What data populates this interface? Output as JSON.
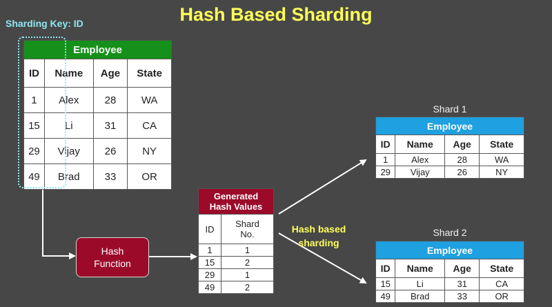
{
  "title": "Hash Based Sharding",
  "sharding_key_label": "Sharding Key: ID",
  "employee_table": {
    "title": "Employee",
    "headers": [
      "ID",
      "Name",
      "Age",
      "State"
    ],
    "rows": [
      [
        "1",
        "Alex",
        "28",
        "WA"
      ],
      [
        "15",
        "Li",
        "31",
        "CA"
      ],
      [
        "29",
        "Vijay",
        "26",
        "NY"
      ],
      [
        "49",
        "Brad",
        "33",
        "OR"
      ]
    ]
  },
  "hash_function": {
    "line1": "Hash",
    "line2": "Function"
  },
  "hash_table": {
    "title_line1": "Generated",
    "title_line2": "Hash Values",
    "headers": [
      "ID",
      "Shard No."
    ],
    "header_shard_line1": "Shard",
    "header_shard_line2": "No.",
    "rows": [
      [
        "1",
        "1"
      ],
      [
        "15",
        "2"
      ],
      [
        "29",
        "1"
      ],
      [
        "49",
        "2"
      ]
    ]
  },
  "hash_based_label": {
    "line1": "Hash based",
    "line2": "sharding"
  },
  "shard1": {
    "label": "Shard 1",
    "title": "Employee",
    "headers": [
      "ID",
      "Name",
      "Age",
      "State"
    ],
    "rows": [
      [
        "1",
        "Alex",
        "28",
        "WA"
      ],
      [
        "29",
        "Vijay",
        "26",
        "NY"
      ]
    ]
  },
  "shard2": {
    "label": "Shard 2",
    "title": "Employee",
    "headers": [
      "ID",
      "Name",
      "Age",
      "State"
    ],
    "rows": [
      [
        "15",
        "Li",
        "31",
        "CA"
      ],
      [
        "49",
        "Brad",
        "33",
        "OR"
      ]
    ]
  },
  "colors": {
    "background": "#474747",
    "title": "#ffff5a",
    "key_highlight": "#8fe8f0",
    "employee_header": "#15901a",
    "shard_header": "#1fa0e0",
    "hash_header": "#9c0a2a"
  }
}
